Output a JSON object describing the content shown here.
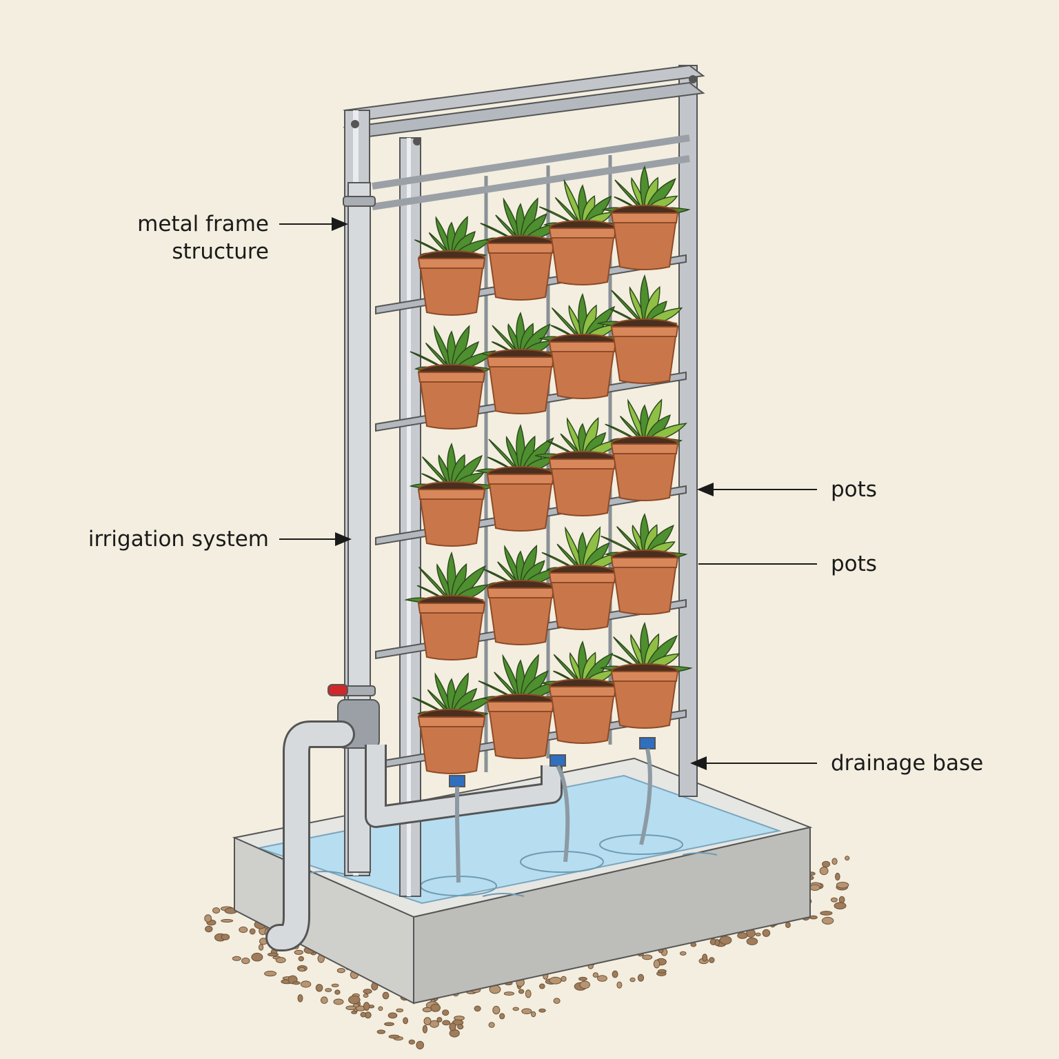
{
  "diagram": {
    "labels": {
      "metal_frame": [
        "metal frame",
        "structure"
      ],
      "irrigation": "irrigation system",
      "pots_1": "pots",
      "pots_2": "pots",
      "drainage": "drainage base"
    }
  },
  "colors": {
    "background": "#f3eedf",
    "metal": "#b9bec4",
    "metal_dark": "#6f757c",
    "pot": "#c9774a",
    "pot_dark": "#8e4a27",
    "soil": "#4a2f1e",
    "leaf": "#4e8f2f",
    "leaf_light": "#8fbf45",
    "water": "#b7ddf0",
    "concrete": "#d5d5d2",
    "valve": "#d0272b",
    "fitting": "#2f6fc0",
    "gravel": "#b89572"
  },
  "icons": [
    "arrow-icon"
  ]
}
